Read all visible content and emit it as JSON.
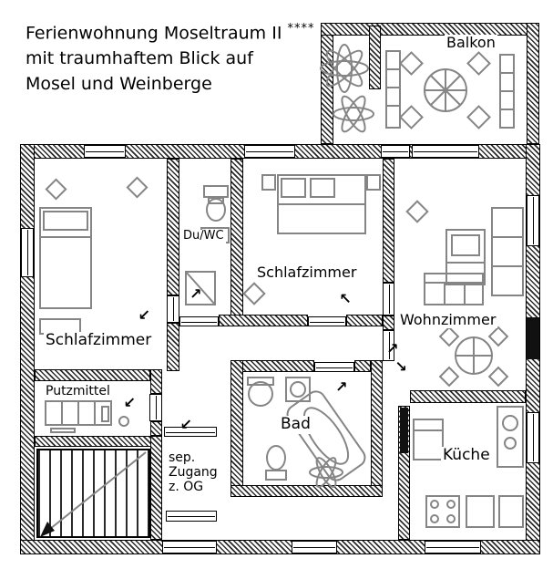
{
  "title": {
    "line1": "Ferienwohnung Moseltraum II",
    "stars": "****",
    "line2": "mit traumhaftem Blick auf",
    "line3": "Mosel und Weinberge"
  },
  "rooms": {
    "balkon": "Balkon",
    "schlafzimmer_left": "Schlafzimmer",
    "duwc": "Du/WC",
    "schlafzimmer_mid": "Schlafzimmer",
    "wohnzimmer": "Wohnzimmer",
    "putzmittel": "Putzmittel",
    "bad": "Bad",
    "kueche": "Küche",
    "zugang": {
      "line1": "sep.",
      "line2": "Zugang",
      "line3": "z. OG"
    }
  },
  "icons": {
    "door_arrow": "→"
  },
  "colors": {
    "wall_hatch": "#2b2b2b",
    "furniture": "#858585",
    "ink": "#000000"
  }
}
